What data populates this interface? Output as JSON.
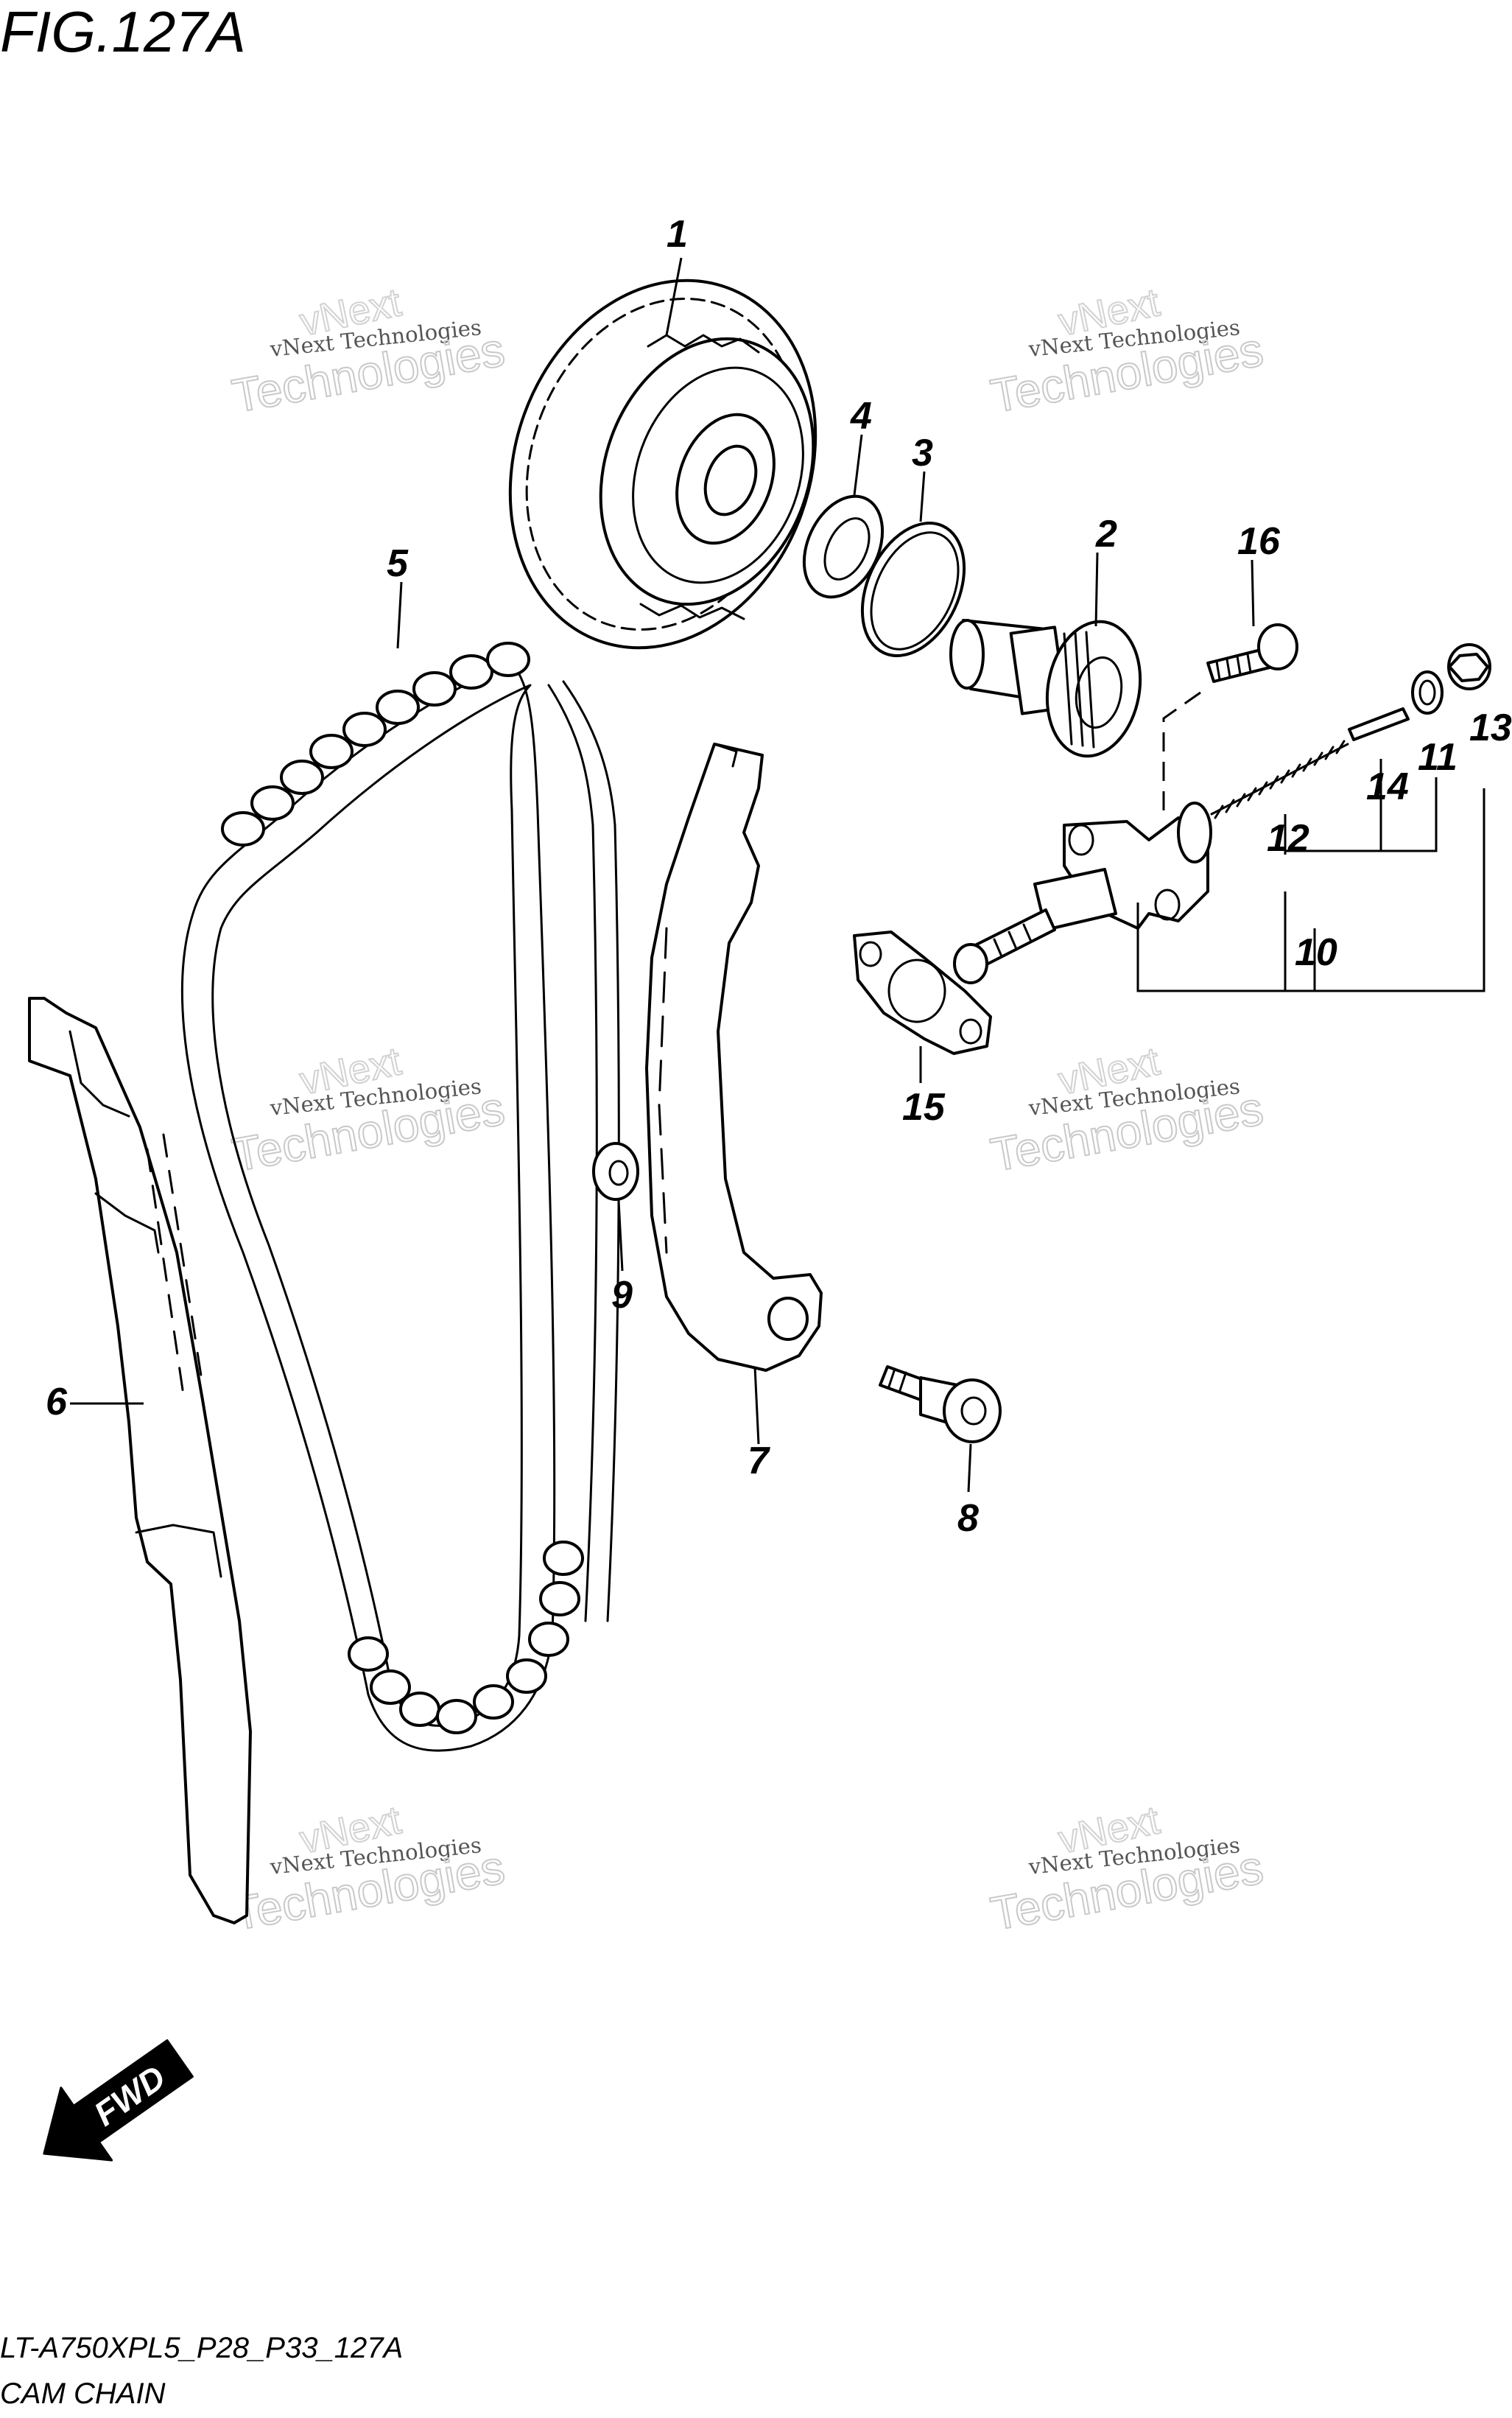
{
  "figure": {
    "title": "FIG.127A",
    "model_code": "LT-A750XPL5_P28_P33_127A",
    "caption": "CAM CHAIN"
  },
  "watermark": {
    "line1": "vNext Technologies",
    "line2": "vNext",
    "line3": "Technologies"
  },
  "direction_indicator": {
    "label": "FWD"
  },
  "callouts": [
    {
      "number": "1",
      "part": "camshaft-drive-sprocket"
    },
    {
      "number": "2",
      "part": "sprocket-shaft"
    },
    {
      "number": "3",
      "part": "o-ring"
    },
    {
      "number": "4",
      "part": "thrust-washer"
    },
    {
      "number": "5",
      "part": "cam-chain"
    },
    {
      "number": "6",
      "part": "chain-guide"
    },
    {
      "number": "7",
      "part": "chain-tensioner-guide"
    },
    {
      "number": "8",
      "part": "pivot-bolt"
    },
    {
      "number": "9",
      "part": "washer"
    },
    {
      "number": "10",
      "part": "chain-tensioner-adjuster"
    },
    {
      "number": "11",
      "part": "gasket"
    },
    {
      "number": "12",
      "part": "spring"
    },
    {
      "number": "13",
      "part": "cap-bolt"
    },
    {
      "number": "14",
      "part": "rod"
    },
    {
      "number": "15",
      "part": "tensioner-gasket"
    },
    {
      "number": "16",
      "part": "bolt"
    }
  ]
}
